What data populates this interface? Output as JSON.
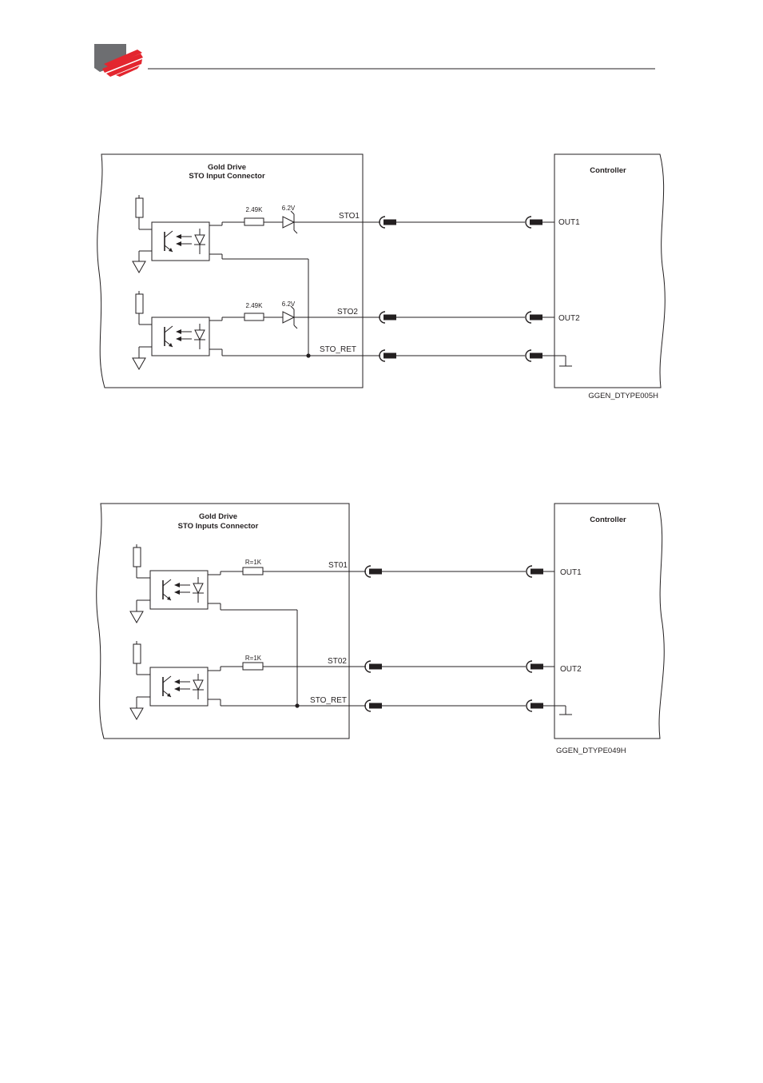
{
  "header": {
    "logo_colors": {
      "gray": "#6d6e71",
      "red": "#e3262f"
    }
  },
  "diagram1": {
    "title_line1": "Gold Drive",
    "title_line2": "STO Input Connector",
    "controller_label": "Controller",
    "resistor_label": "2.49K",
    "zener_label": "6.2V",
    "signal1": "STO1",
    "signal2": "STO2",
    "signal_ret": "STO_RET",
    "out1": "OUT1",
    "out2": "OUT2",
    "figure_id": "GGEN_DTYPE005H"
  },
  "diagram2": {
    "title_line1": "Gold Drive",
    "title_line2": "STO Inputs Connector",
    "controller_label": "Controller",
    "resistor_label": "R=1K",
    "signal1": "ST01",
    "signal2": "ST02",
    "signal_ret": "STO_RET",
    "out1": "OUT1",
    "out2": "OUT2",
    "figure_id": "GGEN_DTYPE049H"
  }
}
